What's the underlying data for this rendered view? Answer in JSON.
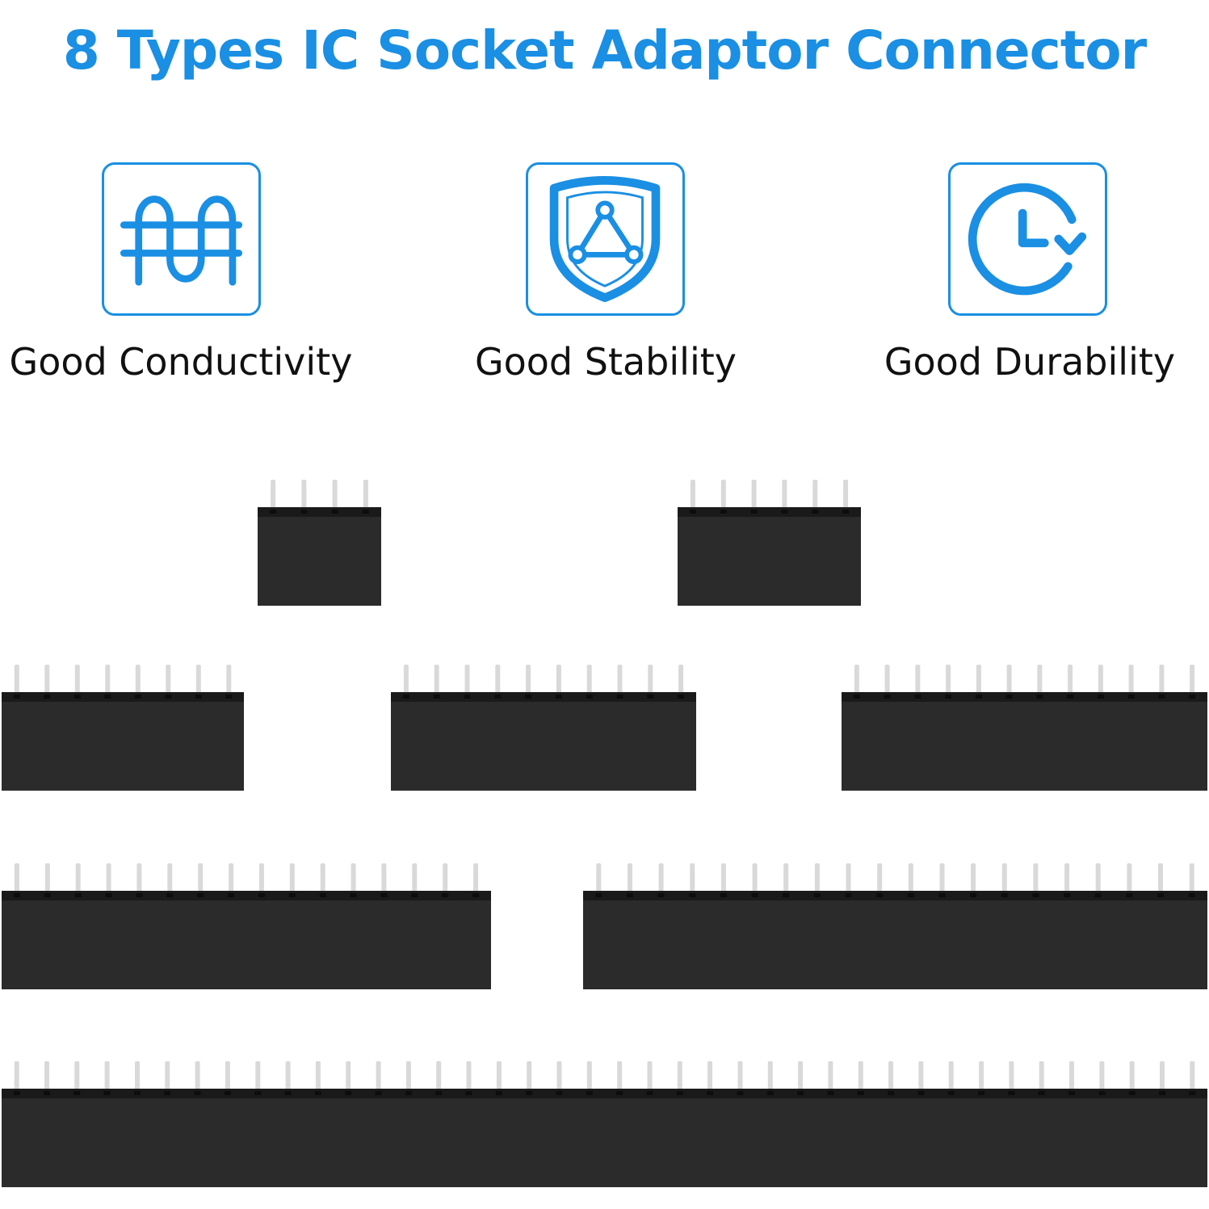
{
  "header": {
    "title": "8 Types IC Socket Adaptor Connector",
    "title_color": "#1a8fe3"
  },
  "features": [
    {
      "label": "Good Conductivity",
      "icon": "conductivity-wave-icon"
    },
    {
      "label": "Good Stability",
      "icon": "shield-triangle-icon"
    },
    {
      "label": "Good Durability",
      "icon": "clock-refresh-icon"
    }
  ],
  "colors": {
    "accent": "#1a8fe3",
    "connector_body": "#2b2b2b",
    "connector_top": "#1a1a1a",
    "pin": "#d9d9d9"
  },
  "connectors": [
    {
      "pins": 4
    },
    {
      "pins": 6
    },
    {
      "pins": 8
    },
    {
      "pins": 10
    },
    {
      "pins": 12
    },
    {
      "pins": 16
    },
    {
      "pins": 20
    },
    {
      "pins": 40
    }
  ]
}
